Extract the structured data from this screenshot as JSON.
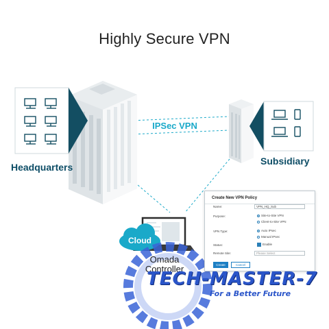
{
  "title": "Highly Secure VPN",
  "labels": {
    "headquarters": "Headquarters",
    "subsidiary": "Subsidiary",
    "ipsec": "IPSec VPN",
    "cloud": "Cloud",
    "omada_controller": "Omada\nController"
  },
  "vpn_panel": {
    "title": "Create New VPN Policy",
    "name_label": "Name:",
    "name_value": "VPN_HQ_Sub",
    "purpose_label": "Purpose:",
    "purpose_options": [
      "Site-to-Site VPN",
      "Client-to-Site VPN"
    ],
    "vpn_type_label": "VPN Type:",
    "vpn_type_options": [
      "Auto IPsec",
      "Manual IPsec"
    ],
    "status_label": "Status:",
    "status_value": "Enable",
    "remote_site_label": "Remote Site:",
    "remote_site_placeholder": "Please Select",
    "create_label": "Create",
    "cancel_label": "Cancel"
  },
  "watermark": {
    "brand": "TECH-MASTER-7",
    "tagline": "For a Better Future"
  },
  "colors": {
    "accent": "#1aa9c9",
    "dark_teal": "#134e62",
    "button_blue": "#1d7fc4",
    "watermark_blue": "#2a55c9"
  }
}
